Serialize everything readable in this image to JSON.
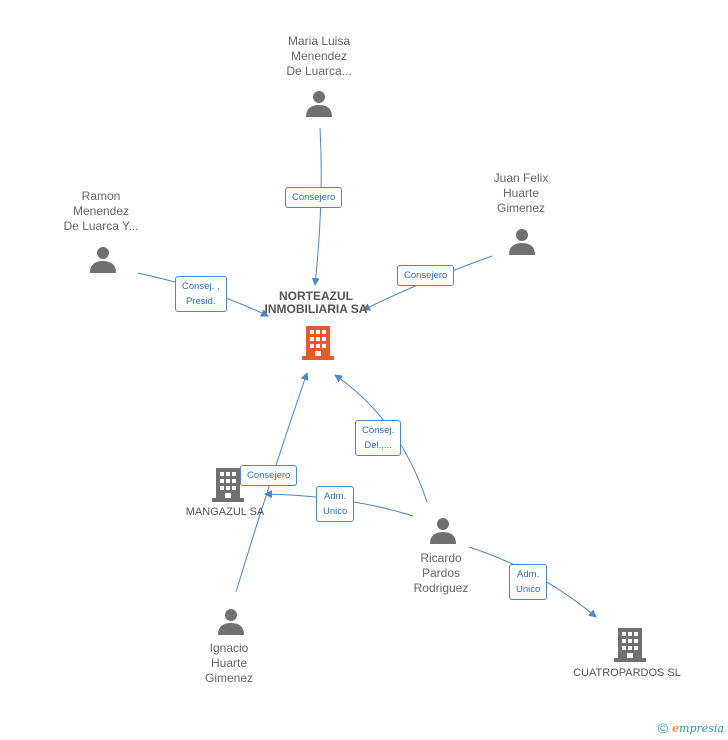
{
  "nodes": {
    "norteazul": {
      "lines": [
        "NORTEAZUL",
        "INMOBILIARIA SA"
      ],
      "type": "company",
      "highlight": true,
      "color": "#e85a2c"
    },
    "maria": {
      "lines": [
        "Maria Luisa",
        "Menendez",
        "De Luarca..."
      ],
      "type": "person"
    },
    "juan": {
      "lines": [
        "Juan Felix",
        "Huarte",
        "Gimenez"
      ],
      "type": "person"
    },
    "ramon": {
      "lines": [
        "Ramon",
        "Menendez",
        "De Luarca Y..."
      ],
      "type": "person"
    },
    "mangazul": {
      "lines": [
        "MANGAZUL SA"
      ],
      "type": "company"
    },
    "ricardo": {
      "lines": [
        "Ricardo",
        "Pardos",
        "Rodriguez"
      ],
      "type": "person"
    },
    "ignacio": {
      "lines": [
        "Ignacio",
        "Huarte",
        "Gimenez"
      ],
      "type": "person"
    },
    "cuatropardos": {
      "lines": [
        "CUATROPARDOS SL"
      ],
      "type": "company"
    }
  },
  "edges": {
    "maria_norteazul": {
      "lines": [
        "Consejero"
      ]
    },
    "juan_norteazul": {
      "lines": [
        "Consejero"
      ]
    },
    "ramon_norteazul": {
      "lines": [
        "Consej. ,",
        "Presid."
      ]
    },
    "ricardo_norteazul": {
      "lines": [
        "Consej.",
        "Del.,..."
      ]
    },
    "ignacio_norteazul": {
      "lines": [
        "Consejero"
      ]
    },
    "ricardo_mangazul": {
      "lines": [
        "Adm.",
        "Unico"
      ]
    },
    "ricardo_cuatropardos": {
      "lines": [
        "Adm.",
        "Unico"
      ]
    }
  },
  "colors": {
    "edge": "#4a86c8",
    "icon": "#707070",
    "highlight": "#e85a2c"
  },
  "footer": {
    "copyright": "©",
    "brand_initial": "e",
    "brand_rest": "mpresia"
  }
}
